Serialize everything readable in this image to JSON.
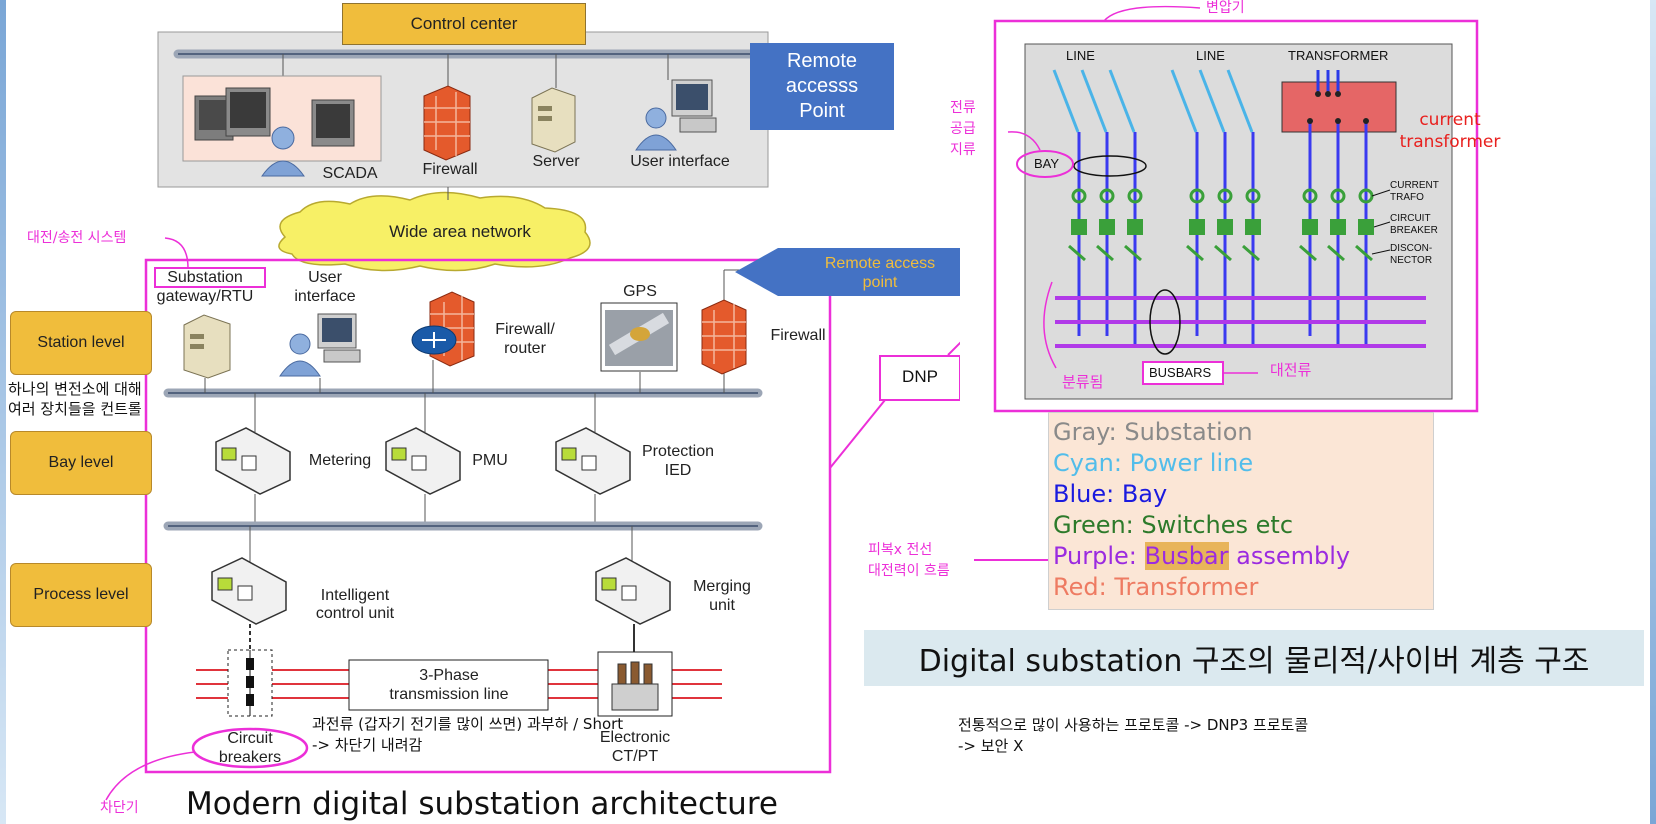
{
  "left": {
    "control_center": "Control center",
    "remote_access_top": "Remote accesss Point",
    "scada": "SCADA",
    "firewall": "Firewall",
    "server": "Server",
    "user_interface": "User interface",
    "wan": "Wide area network",
    "gateway_1": "Substation",
    "gateway_2": "gateway/RTU",
    "ui2_1": "User",
    "ui2_2": "interface",
    "fw_router_1": "Firewall/",
    "fw_router_2": "router",
    "gps": "GPS",
    "remote_access_mid_1": "Remote access",
    "remote_access_mid_2": "point",
    "firewall2": "Firewall",
    "station_level": "Station level",
    "bay_level": "Bay level",
    "process_level": "Process level",
    "metering": "Metering",
    "pmu": "PMU",
    "protection_1": "Protection",
    "protection_2": "IED",
    "icu_1": "Intelligent",
    "icu_2": "control unit",
    "merging_1": "Merging",
    "merging_2": "unit",
    "phase_1": "3-Phase",
    "phase_2": "transmission line",
    "cb_1": "Circuit",
    "cb_2": "breakers",
    "ctpt_1": "Electronic",
    "ctpt_2": "CT/PT",
    "title": "Modern digital substation architecture",
    "dnp": "DNP"
  },
  "notes": {
    "grid_system": "대전/송전 시스템",
    "control_1": "하나의 변전소에 대해",
    "control_2": "여러 장치들을 컨트롤",
    "overcurrent_1": "과전류 (갑자기 전기를 많이 쓰면) 과부하 / Short",
    "overcurrent_2": "-> 차단기 내려감",
    "breaker": "차단기",
    "transformer_ko": "변압기",
    "bay_1": "전류",
    "bay_2": "공급",
    "bay_3": "지류",
    "current_transformer_1": "current",
    "current_transformer_2": "transformer",
    "split": "분류됨",
    "large_current": "대전류",
    "bare_1": "피복x 전선",
    "bare_2": "대전력이 흐름",
    "protocol_1": "전통적으로 많이 사용하는 프로토콜 -> DNP3 프로토콜",
    "protocol_2": "-> 보안 X"
  },
  "substation": {
    "line1": "LINE",
    "line2": "LINE",
    "transformer": "TRANSFORMER",
    "bay": "BAY",
    "current_trafo_1": "CURRENT",
    "current_trafo_2": "TRAFO",
    "circuit_breaker_1": "CIRCUIT",
    "circuit_breaker_2": "BREAKER",
    "disconnector_1": "DISCON-",
    "disconnector_2": "NECTOR",
    "busbars": "BUSBARS"
  },
  "legend": {
    "gray": "Gray: Substation",
    "cyan": "Cyan: Power line",
    "blue": "Blue: Bay",
    "green": "Green: Switches etc",
    "purple_a": "Purple: ",
    "purple_b": "Busbar",
    "purple_c": " assembly",
    "red": "Red: Transformer"
  },
  "banner": "Digital substation 구조의 물리적/사이버 계층 구조",
  "colors": {
    "annotation": "#ec2fd8",
    "level_box": "#f0bd3c",
    "remote_access": "#4472c4",
    "banner_bg": "#dbe9ef",
    "legend_bg": "#fbe6d6"
  }
}
